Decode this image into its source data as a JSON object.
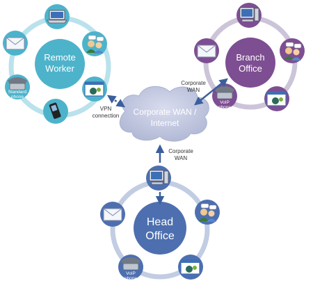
{
  "hubs": {
    "remote": {
      "line1": "Remote",
      "line2": "Worker"
    },
    "branch": {
      "line1": "Branch",
      "line2": "Office"
    },
    "head": {
      "line1": "Head",
      "line2": "Office"
    }
  },
  "cloud": {
    "line1": "Corporate WAN /",
    "line2": "Internet"
  },
  "connections": {
    "vpn": {
      "line1": "VPN",
      "line2": "connection"
    },
    "branch": {
      "line1": "Corporate",
      "line2": "WAN"
    },
    "head": {
      "line1": "Corporate",
      "line2": "WAN"
    }
  },
  "device_labels": {
    "remote_phone": {
      "line1": "Standard",
      "line2": "phone"
    },
    "branch_phone": {
      "line1": "VoIP",
      "line2": "phone"
    },
    "head_phone": {
      "line1": "VoIP",
      "line2": "phone"
    }
  },
  "colors": {
    "remote_hub": "#4db3cb",
    "remote_ring": "#b9e2ec",
    "branch_hub": "#7e4e92",
    "branch_ring": "#ccc4d8",
    "head_hub": "#4d6fb0",
    "head_ring": "#c2cde3",
    "cloud": "#c5cbe2",
    "arrow": "#3a5f9c",
    "connection_text": "#333333"
  },
  "icons": {
    "remote": [
      "laptop-icon",
      "chat-users-icon",
      "videoconference-icon",
      "mobile-phone-icon",
      "desk-phone-icon",
      "email-icon"
    ],
    "branch": [
      "desktop-computer-icon",
      "chat-users-icon",
      "videoconference-icon",
      "voip-phone-icon",
      "email-icon"
    ],
    "head": [
      "desktop-computer-icon",
      "chat-users-icon",
      "videoconference-icon",
      "voip-phone-icon",
      "email-icon"
    ]
  }
}
